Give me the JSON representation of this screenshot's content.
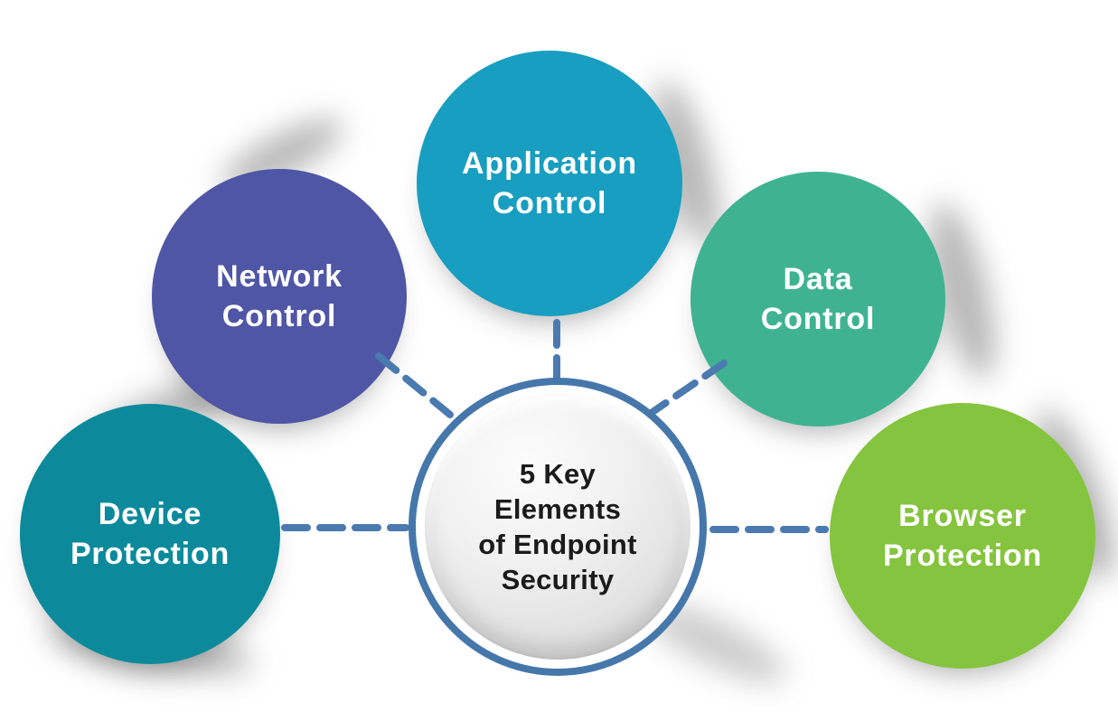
{
  "diagram": {
    "center": {
      "lines": [
        "5 Key",
        "Elements",
        "of Endpoint",
        "Security"
      ]
    },
    "nodes": [
      {
        "id": "network-control",
        "line1": "Network",
        "line2": "Control",
        "color": "#4f56a5"
      },
      {
        "id": "application-control",
        "line1": "Application",
        "line2": "Control",
        "color": "#189ec0"
      },
      {
        "id": "data-control",
        "line1": "Data",
        "line2": "Control",
        "color": "#3fb391"
      },
      {
        "id": "device-protection",
        "line1": "Device",
        "line2": "Protection",
        "color": "#0c8a9c"
      },
      {
        "id": "browser-protection",
        "line1": "Browser",
        "line2": "Protection",
        "color": "#85c43e"
      }
    ],
    "colors": {
      "connector": "#4b7ab0",
      "ring": "#4677ab",
      "center_text": "#1b1b1b",
      "node_text": "#ffffff"
    }
  }
}
